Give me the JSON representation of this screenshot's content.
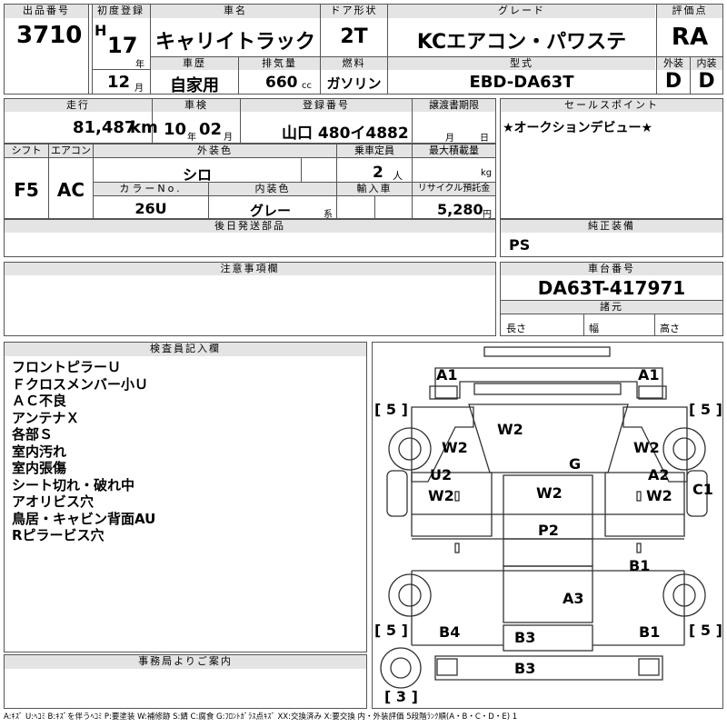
{
  "header": {
    "lot_no_label": "出品番号",
    "lot_no": "3710",
    "first_reg_label": "初度登録",
    "era": "H",
    "year": "17",
    "year_unit": "年",
    "month": "12",
    "month_unit": "月",
    "car_name_label": "車名",
    "car_name": "キャリイトラック",
    "door_label": "ドア形状",
    "door": "2T",
    "grade_label": "グレード",
    "grade": "KCエアコン・パワステ",
    "score_label": "評価点",
    "score": "RA",
    "history_label": "車歴",
    "history": "自家用",
    "displacement_label": "排気量",
    "displacement": "660",
    "displacement_unit": "cc",
    "fuel_label": "燃料",
    "fuel": "ガソリン",
    "model_label": "型式",
    "model": "EBD-DA63T",
    "exterior_label": "外装",
    "exterior": "D",
    "interior_label": "内装",
    "interior": "D"
  },
  "row2": {
    "mileage_label": "走行",
    "mileage": "81,487",
    "mileage_unit": "km",
    "inspection_label": "車検",
    "inspection_year": "10",
    "inspection_year_unit": "年",
    "inspection_month": "02",
    "inspection_month_unit": "月",
    "plate_label": "登録番号",
    "plate": "山口 480イ4882",
    "transfer_label": "譲渡書期限",
    "transfer_month_unit": "月",
    "transfer_day_unit": "日",
    "sales_point_label": "セールスポイント",
    "sales_point": "★オークションデビュー★"
  },
  "row3": {
    "shift_label": "シフト",
    "shift": "F5",
    "ac_label": "エアコン",
    "ac": "AC",
    "ext_color_label": "外装色",
    "ext_color": "シロ",
    "capacity_label": "乗車定員",
    "capacity": "2",
    "capacity_unit": "人",
    "max_load_label": "最大積載量",
    "max_load_unit": "kg",
    "color_no_label": "カラーNo.",
    "color_no": "26U",
    "int_color_label": "内装色",
    "int_color": "グレー",
    "int_color_suffix": "系",
    "import_label": "輸入車",
    "recycle_label": "リサイクル預託金",
    "recycle": "5,280",
    "recycle_unit": "円"
  },
  "parts": {
    "later_parts_label": "後日発送部品",
    "genuine_label": "純正装備",
    "genuine": "PS",
    "caution_label": "注意事項欄",
    "chassis_label": "車台番号",
    "chassis": "DA63T-417971",
    "specs_label": "諸元",
    "length_label": "長さ",
    "width_label": "幅",
    "height_label": "高さ"
  },
  "inspector": {
    "label": "検査員記入欄",
    "notes": [
      "フロントピラーＵ",
      "Ｆクロスメンバー小Ｕ",
      "ＡＣ不良",
      "アンテナＸ",
      "各部Ｓ",
      "室内汚れ",
      "室内張傷",
      "シート切れ・破れ中",
      "アオリビス穴",
      "鳥居・キャビン背面AU",
      "Rピラービス穴"
    ]
  },
  "office": {
    "label": "事務局よりご案内"
  },
  "diagram": {
    "marks": {
      "a1_left": "A1",
      "a1_right": "A1",
      "tire_fl": "[ 5 ]",
      "tire_fr": "[ 5 ]",
      "tire_rl": "[ 5 ]",
      "tire_rr": "[ 5 ]",
      "spare": "[ 3 ]",
      "w2_top": "W2",
      "w2_fl": "W2",
      "w2_fr": "W2",
      "g": "G",
      "u2": "U2",
      "a2": "A2",
      "c1": "C1",
      "w2_l": "W2",
      "w2_r": "W2",
      "w2_center": "W2",
      "p2": "P2",
      "b1_mid": "B1",
      "a3": "A3",
      "b4": "B4",
      "b1_right": "B1",
      "b3_upper": "B3",
      "b3_lower": "B3"
    }
  },
  "legend": "A:ｷｽﾞ U:ﾍｺﾐ B:ｷｽﾞを伴うﾍｺﾐ P:要塗装 W:補修跡 S:錆 C:腐食 G:ﾌﾛﾝﾄｶﾞﾗｽ点ｷｽﾞ XX:交換済み X:要交換 内・外装評価 5段階ﾗﾝｸ順(A・B・C・D・E) 1"
}
